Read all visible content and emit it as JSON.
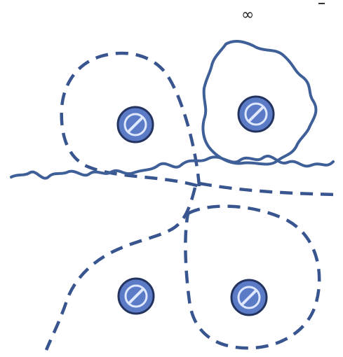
{
  "top_symbol": "∞",
  "colors": {
    "line": "#38558f",
    "marker_fill": "#5b7bc7",
    "marker_stroke": "#23335f",
    "marker_slash": "#dfe8ff"
  },
  "markers": [
    {
      "name": "prohibited",
      "icon": "prohibition-icon"
    },
    {
      "name": "prohibited",
      "icon": "prohibition-icon"
    },
    {
      "name": "prohibited",
      "icon": "prohibition-icon"
    },
    {
      "name": "prohibited",
      "icon": "prohibition-icon"
    }
  ]
}
